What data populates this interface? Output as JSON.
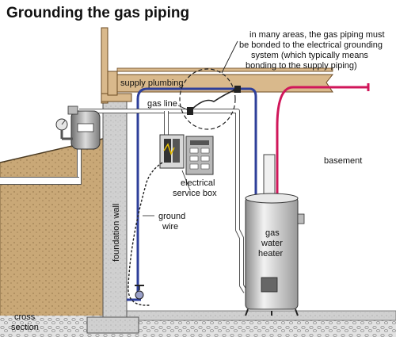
{
  "title": "Grounding the gas piping",
  "callout": {
    "line1": "in many areas, the gas piping must",
    "line2": "be bonded to the electrical grounding",
    "line3": "system (which typically means",
    "line4": "bonding to the supply piping)"
  },
  "labels": {
    "supply_plumbing": "supply plumbing",
    "gas_line": "gas line",
    "basement": "basement",
    "electrical_1": "electrical",
    "electrical_2": "service box",
    "ground_1": "ground",
    "ground_2": "wire",
    "foundation_wall": "foundation wall",
    "heater_1": "gas",
    "heater_2": "water",
    "heater_3": "heater",
    "cross_1": "cross",
    "cross_2": "section"
  },
  "colors": {
    "cold_pipe": "#2e3f9a",
    "hot_pipe": "#d0165a",
    "wood": "#d9b98c",
    "soil": "#c9a877",
    "gravel": "#d8d8d8",
    "concrete": "#cfcfcf"
  }
}
